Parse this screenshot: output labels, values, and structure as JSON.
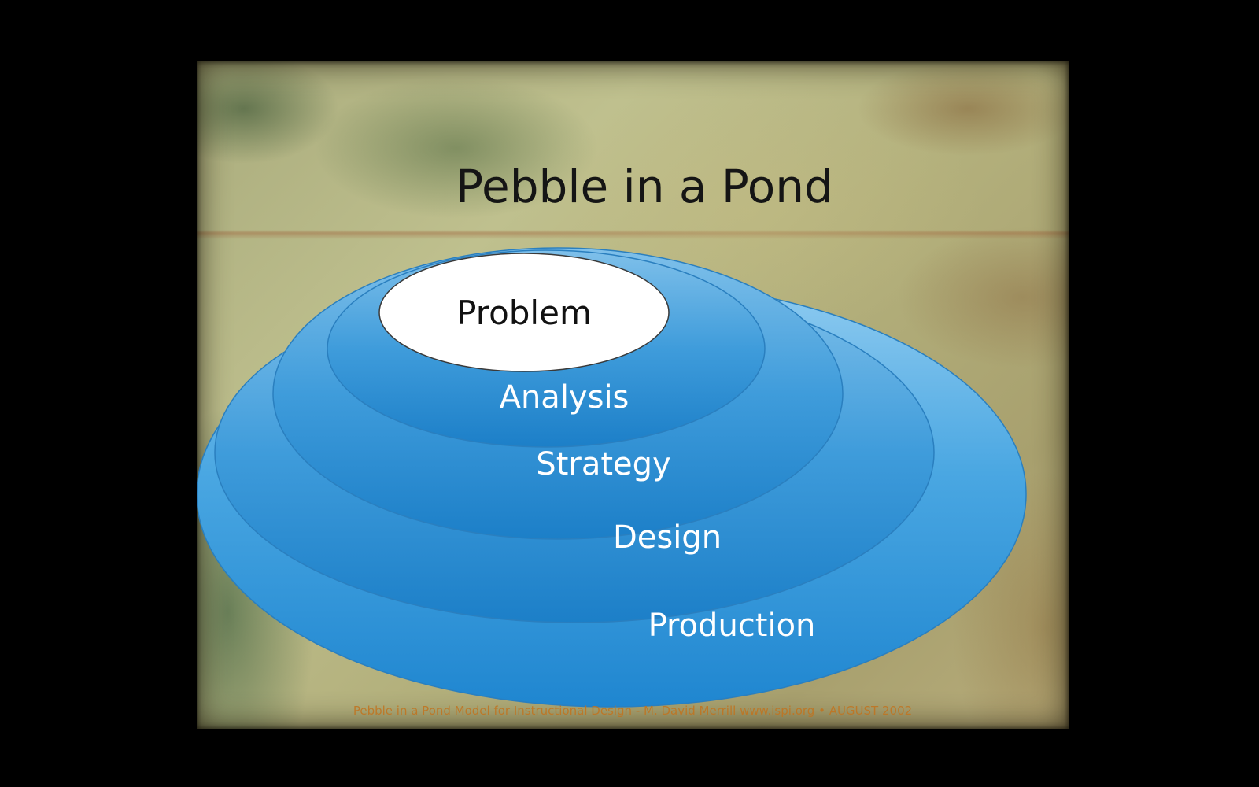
{
  "title": "Pebble in a Pond",
  "rings": [
    {
      "label": "Problem"
    },
    {
      "label": "Analysis"
    },
    {
      "label": "Strategy"
    },
    {
      "label": "Design"
    },
    {
      "label": "Production"
    }
  ],
  "footer": "Pebble in a Pond Model for Instructional Design - M. David Merrill www.ispi.org • AUGUST 2002",
  "colors": {
    "background": "#000000",
    "ring_fill": "#2e93d6",
    "ring_highlight": "#8fcbf0",
    "center_fill": "#ffffff"
  }
}
